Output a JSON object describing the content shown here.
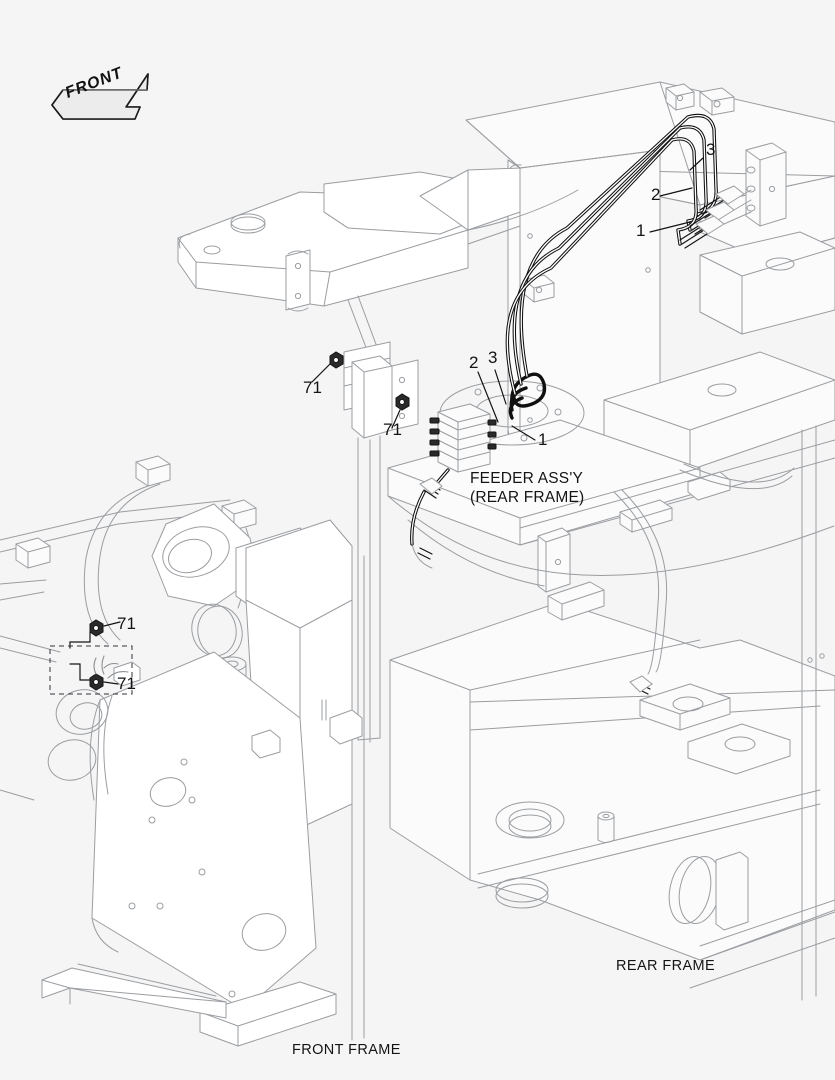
{
  "drawing": {
    "kind": "parts-assembly-exploded-view",
    "background_color": "#f5f5f5",
    "line_color": "#9a9da1",
    "heavy_line_color": "#101010",
    "text_color": "#141414",
    "orientation_marker": {
      "icon": "front-arrow-icon",
      "label": "FRONT",
      "direction": "left"
    },
    "hose_callouts": {
      "upper_right": [
        {
          "id": "hose-3",
          "label": "3"
        },
        {
          "id": "hose-2",
          "label": "2"
        },
        {
          "id": "hose-1",
          "label": "1"
        }
      ],
      "feeder": [
        {
          "id": "feeder-2",
          "label": "2"
        },
        {
          "id": "feeder-3",
          "label": "3"
        },
        {
          "id": "feeder-1",
          "label": "1"
        }
      ]
    },
    "clamp_callouts": [
      {
        "id": "clamp-71-a",
        "label": "71"
      },
      {
        "id": "clamp-71-b",
        "label": "71"
      },
      {
        "id": "clamp-71-c",
        "label": "71"
      },
      {
        "id": "clamp-71-d",
        "label": "71"
      }
    ],
    "annotations": {
      "feeder_assy_line1": "FEEDER ASS'Y",
      "feeder_assy_line2": "(REAR FRAME)",
      "front_frame": "FRONT FRAME",
      "rear_frame": "REAR FRAME"
    }
  }
}
